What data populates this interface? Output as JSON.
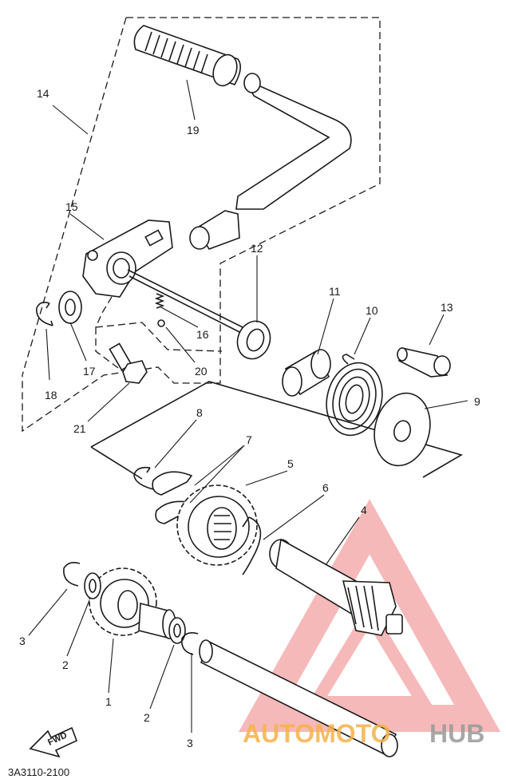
{
  "callouts": {
    "c1": "1",
    "c2a": "2",
    "c2b": "2",
    "c3a": "3",
    "c3b": "3",
    "c4": "4",
    "c5": "5",
    "c6": "6",
    "c7": "7",
    "c8": "8",
    "c9": "9",
    "c10": "10",
    "c11": "11",
    "c12": "12",
    "c13": "13",
    "c14": "14",
    "c15": "15",
    "c16": "16",
    "c17": "17",
    "c18": "18",
    "c19": "19",
    "c20": "20",
    "c21": "21"
  },
  "fwd_label": "FWD",
  "diagram_code": "3A3110-2100",
  "watermark": {
    "part1": "AUTOMOTO",
    "part2": "HUB",
    "accent_color": "#f5b24a",
    "triangle_color": "#f08080",
    "grey_color": "#9a9a9a"
  }
}
